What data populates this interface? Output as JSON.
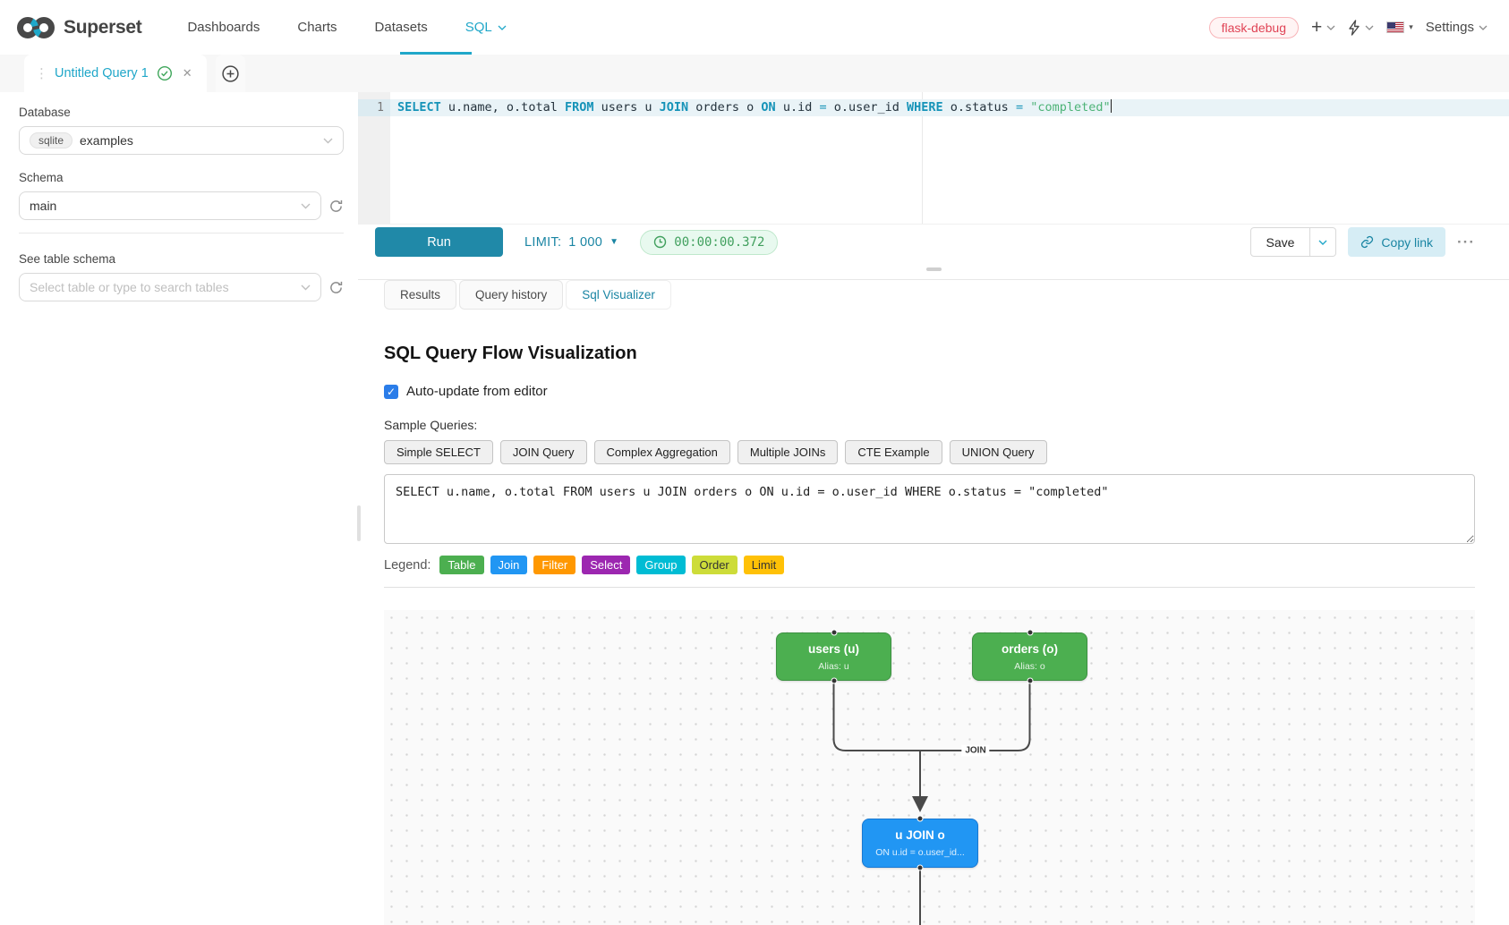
{
  "nav": {
    "brand": "Superset",
    "items": [
      "Dashboards",
      "Charts",
      "Datasets",
      "SQL"
    ],
    "active_item": "SQL",
    "environment_badge": "flask-debug",
    "settings_label": "Settings",
    "accent_color": "#20a7c9"
  },
  "query_tab": {
    "title": "Untitled Query 1"
  },
  "icons": {
    "close": "✕",
    "drag_grip": "⋮",
    "plus": "+",
    "caret_down": "▾",
    "limit_caret": "▼",
    "more": "···"
  },
  "sidebar": {
    "database_label": "Database",
    "database_engine": "sqlite",
    "database_name": "examples",
    "schema_label": "Schema",
    "schema_value": "main",
    "table_schema_label": "See table schema",
    "table_search_placeholder": "Select table or type to search tables"
  },
  "editor": {
    "line_number": "1",
    "tokens": [
      {
        "t": "kw",
        "v": "SELECT"
      },
      {
        "t": "p",
        "v": " u.name, o.total "
      },
      {
        "t": "kw",
        "v": "FROM"
      },
      {
        "t": "p",
        "v": " users u "
      },
      {
        "t": "kw",
        "v": "JOIN"
      },
      {
        "t": "p",
        "v": " orders o "
      },
      {
        "t": "kw",
        "v": "ON"
      },
      {
        "t": "p",
        "v": " u.id "
      },
      {
        "t": "op",
        "v": "="
      },
      {
        "t": "p",
        "v": " o.user_id "
      },
      {
        "t": "kw",
        "v": "WHERE"
      },
      {
        "t": "p",
        "v": " o.status "
      },
      {
        "t": "op",
        "v": "="
      },
      {
        "t": "p",
        "v": " "
      },
      {
        "t": "str",
        "v": "\"completed\""
      }
    ]
  },
  "toolbar": {
    "run_label": "Run",
    "limit_label": "LIMIT:",
    "limit_value": "1 000",
    "timer_value": "00:00:00.372",
    "save_label": "Save",
    "copy_link_label": "Copy link"
  },
  "result_tabs": [
    {
      "label": "Results",
      "active": false
    },
    {
      "label": "Query history",
      "active": false
    },
    {
      "label": "Sql Visualizer",
      "active": true
    }
  ],
  "visualizer": {
    "title": "SQL Query Flow Visualization",
    "auto_update_label": "Auto-update from editor",
    "auto_update_checked": true,
    "sample_queries_label": "Sample Queries:",
    "sample_buttons": [
      "Simple SELECT",
      "JOIN Query",
      "Complex Aggregation",
      "Multiple JOINs",
      "CTE Example",
      "UNION Query"
    ],
    "sql_text": "SELECT u.name, o.total FROM users u JOIN orders o ON u.id = o.user_id WHERE o.status = \"completed\"",
    "legend_label": "Legend:",
    "legend": [
      {
        "label": "Table",
        "color": "#4caf50",
        "text": "#ffffff"
      },
      {
        "label": "Join",
        "color": "#2196f3",
        "text": "#ffffff"
      },
      {
        "label": "Filter",
        "color": "#ff9800",
        "text": "#ffffff"
      },
      {
        "label": "Select",
        "color": "#9c27b0",
        "text": "#ffffff"
      },
      {
        "label": "Group",
        "color": "#00bcd4",
        "text": "#ffffff"
      },
      {
        "label": "Order",
        "color": "#cddc39",
        "text": "#333333"
      },
      {
        "label": "Limit",
        "color": "#ffc107",
        "text": "#333333"
      }
    ],
    "diagram": {
      "edge_label": "JOIN",
      "nodes": {
        "users": {
          "title": "users (u)",
          "subtitle": "Alias: u"
        },
        "orders": {
          "title": "orders (o)",
          "subtitle": "Alias: o"
        },
        "join": {
          "title": "u JOIN o",
          "subtitle": "ON u.id = o.user_id..."
        }
      }
    }
  }
}
